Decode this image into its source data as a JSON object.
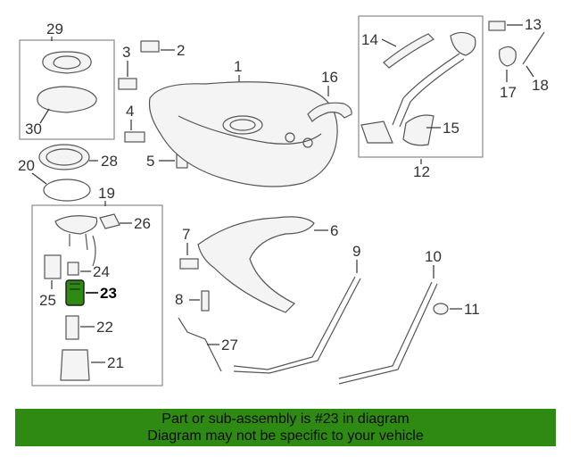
{
  "diagram": {
    "callouts": [
      "1",
      "2",
      "3",
      "4",
      "5",
      "6",
      "7",
      "8",
      "9",
      "10",
      "11",
      "12",
      "13",
      "14",
      "15",
      "16",
      "17",
      "18",
      "19",
      "20",
      "21",
      "22",
      "23",
      "24",
      "25",
      "26",
      "27",
      "28",
      "29",
      "30"
    ],
    "highlighted_part": "23",
    "highlight_color": "#2e8a12"
  },
  "banner": {
    "line1": "Part or sub-assembly is #23 in diagram",
    "line2": "Diagram may not be specific to your vehicle",
    "color": "#2e8a12"
  }
}
